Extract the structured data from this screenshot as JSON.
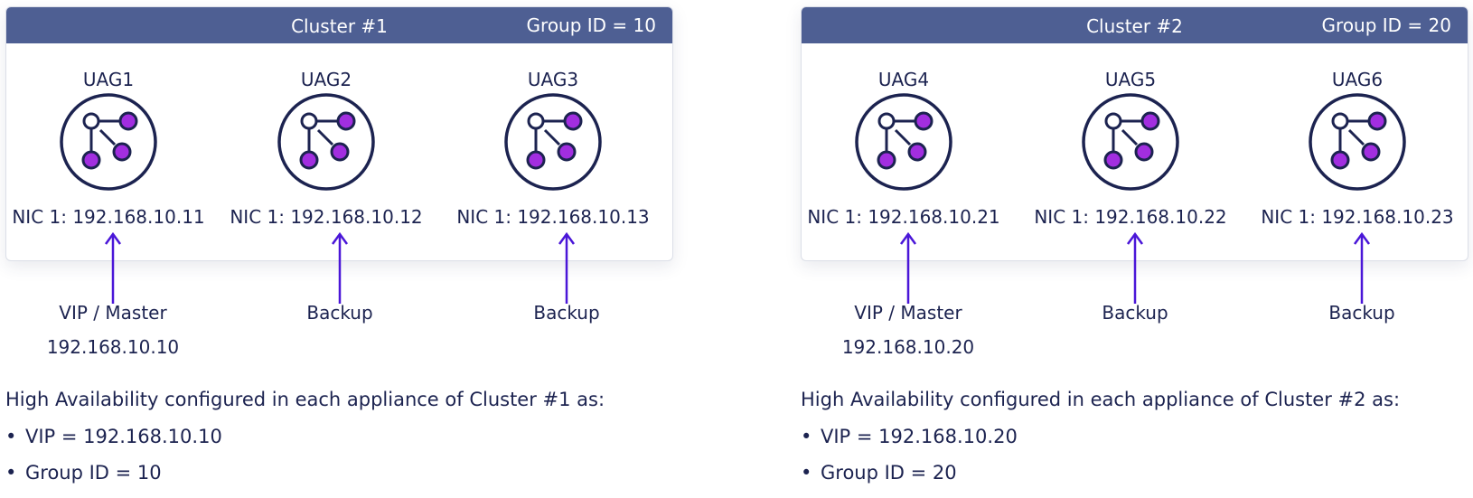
{
  "colors": {
    "header": "#4e5f93",
    "text": "#1c2350",
    "arrow": "#4a16d8",
    "node_dot": "#a22ee0",
    "node_outline": "#1c2350"
  },
  "clusters": [
    {
      "title": "Cluster #1",
      "group_label": "Group ID = 10",
      "nodes": [
        {
          "name": "UAG1",
          "nic": "NIC 1: 192.168.10.11",
          "role": "VIP / Master",
          "vip": "192.168.10.10",
          "icon": "cluster-node-icon"
        },
        {
          "name": "UAG2",
          "nic": "NIC 1: 192.168.10.12",
          "role": "Backup",
          "icon": "cluster-node-icon"
        },
        {
          "name": "UAG3",
          "nic": "NIC 1: 192.168.10.13",
          "role": "Backup",
          "icon": "cluster-node-icon"
        }
      ],
      "summary": "High Availability configured in each appliance of Cluster #1 as:",
      "bullets": [
        "VIP = 192.168.10.10",
        "Group ID = 10"
      ]
    },
    {
      "title": "Cluster #2",
      "group_label": "Group ID = 20",
      "nodes": [
        {
          "name": "UAG4",
          "nic": "NIC 1: 192.168.10.21",
          "role": "VIP / Master",
          "vip": "192.168.10.20",
          "icon": "cluster-node-icon"
        },
        {
          "name": "UAG5",
          "nic": "NIC 1: 192.168.10.22",
          "role": "Backup",
          "icon": "cluster-node-icon"
        },
        {
          "name": "UAG6",
          "nic": "NIC 1: 192.168.10.23",
          "role": "Backup",
          "icon": "cluster-node-icon"
        }
      ],
      "summary": "High Availability configured in each appliance of Cluster #2 as:",
      "bullets": [
        "VIP = 192.168.10.20",
        "Group ID = 20"
      ]
    }
  ]
}
